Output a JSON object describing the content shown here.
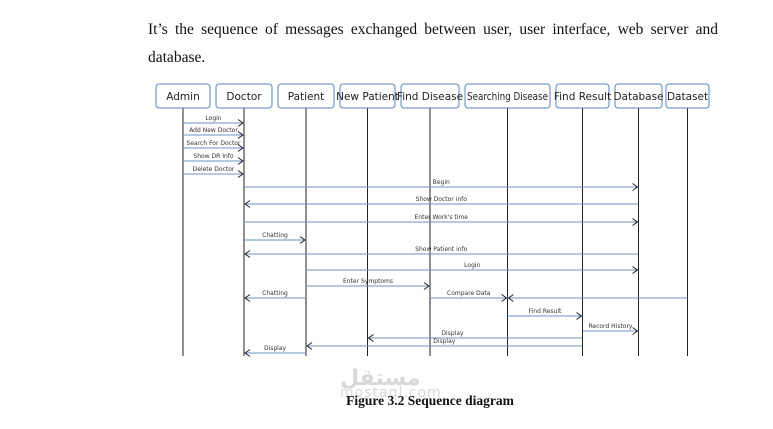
{
  "intro_text": "It’s the sequence of messages exchanged between user, user interface, web server and database.",
  "caption": "Figure 3.2 Sequence diagram",
  "watermark": {
    "line1": "مستقل",
    "line2": "mostaql.com"
  },
  "diagram": {
    "actors": [
      "Admin",
      "Doctor",
      "Patient",
      "New Patient",
      "Find Disease",
      "Searching Disease",
      "Find Result",
      "Database",
      "Dataset"
    ],
    "messages": [
      {
        "from": 0,
        "to": 1,
        "label": "Login"
      },
      {
        "from": 0,
        "to": 1,
        "label": "Add New Doctor"
      },
      {
        "from": 0,
        "to": 1,
        "label": "Search For Doctor"
      },
      {
        "from": 0,
        "to": 1,
        "label": "Show DR Info"
      },
      {
        "from": 0,
        "to": 1,
        "label": "Delete Doctor"
      },
      {
        "from": 1,
        "to": 7,
        "label": "Begin"
      },
      {
        "from": 7,
        "to": 1,
        "label": "Show Doctor info"
      },
      {
        "from": 1,
        "to": 7,
        "label": "Enter Work's time"
      },
      {
        "from": 1,
        "to": 2,
        "label": "Chatting"
      },
      {
        "from": 7,
        "to": 1,
        "label": "Show Patient info"
      },
      {
        "from": 2,
        "to": 7,
        "label": "Login"
      },
      {
        "from": 2,
        "to": 4,
        "label": "Enter Symptoms"
      },
      {
        "from": 2,
        "to": 1,
        "label": "Chatting"
      },
      {
        "from": 4,
        "to": 5,
        "label": "Compare Data"
      },
      {
        "from": 8,
        "to": 5,
        "label": ""
      },
      {
        "from": 5,
        "to": 6,
        "label": "Find Result"
      },
      {
        "from": 6,
        "to": 7,
        "label": "Record History"
      },
      {
        "from": 6,
        "to": 3,
        "label": "Display"
      },
      {
        "from": 6,
        "to": 2,
        "label": "Display"
      },
      {
        "from": 2,
        "to": 1,
        "label": "Display"
      }
    ]
  }
}
